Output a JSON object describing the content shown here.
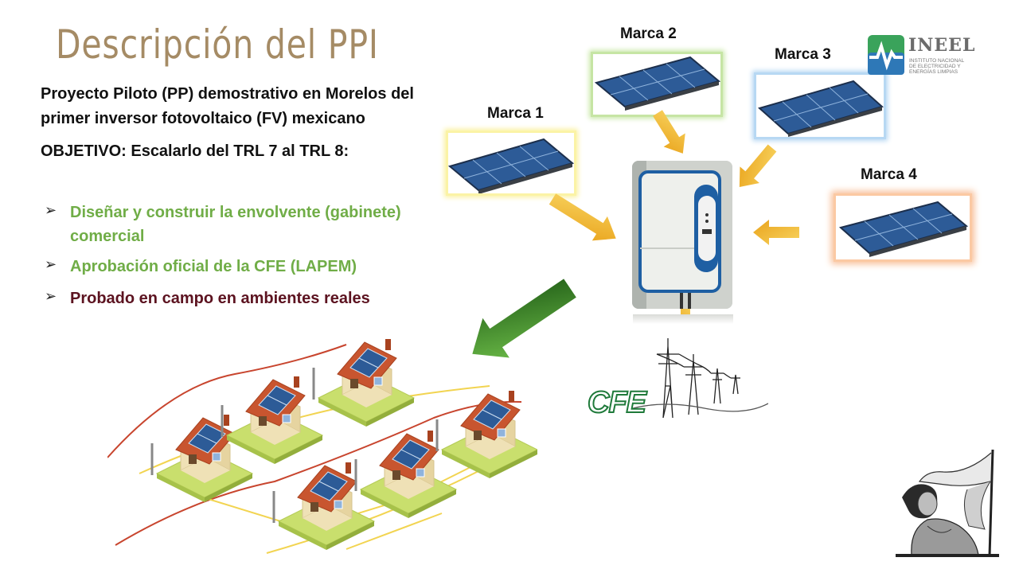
{
  "slide": {
    "title": "Descripción del PPI",
    "description_line1": "Proyecto Piloto (PP) demostrativo en Morelos del",
    "description_line2": "primer inversor fotovoltaico (FV) mexicano",
    "objective": "OBJETIVO: Escalarlo del TRL 7 al TRL 8:",
    "bullets": [
      {
        "line1": "Diseñar y construir la envolvente (gabinete)",
        "line2": "comercial",
        "color": "#70ad47"
      },
      {
        "line1": "Aprobación oficial de la CFE (LAPEM)",
        "color": "#70ad47"
      },
      {
        "line1": "Probado en campo en ambientes reales",
        "color": "#5c1320"
      }
    ],
    "bullet_glyph": "➢"
  },
  "brands": [
    "Marca 1",
    "Marca 2",
    "Marca 3",
    "Marca 4"
  ],
  "logos": {
    "ineel_name": "INEEL",
    "ineel_sub": [
      "INSTITUTO NACIONAL",
      "DE ELECTRICIDAD Y",
      "ENERGÍAS LIMPIAS"
    ],
    "cfe": "CFE"
  },
  "colors": {
    "title": "#a58b65",
    "arrow_yellow": "#f0b52a",
    "arrow_green": "#2e6f1f",
    "house_wall": "#efe1b6",
    "roof": "#c8552f",
    "lawn": "#c9df6d",
    "wire_yellow": "#f2d451",
    "wire_red": "#c8452e"
  }
}
